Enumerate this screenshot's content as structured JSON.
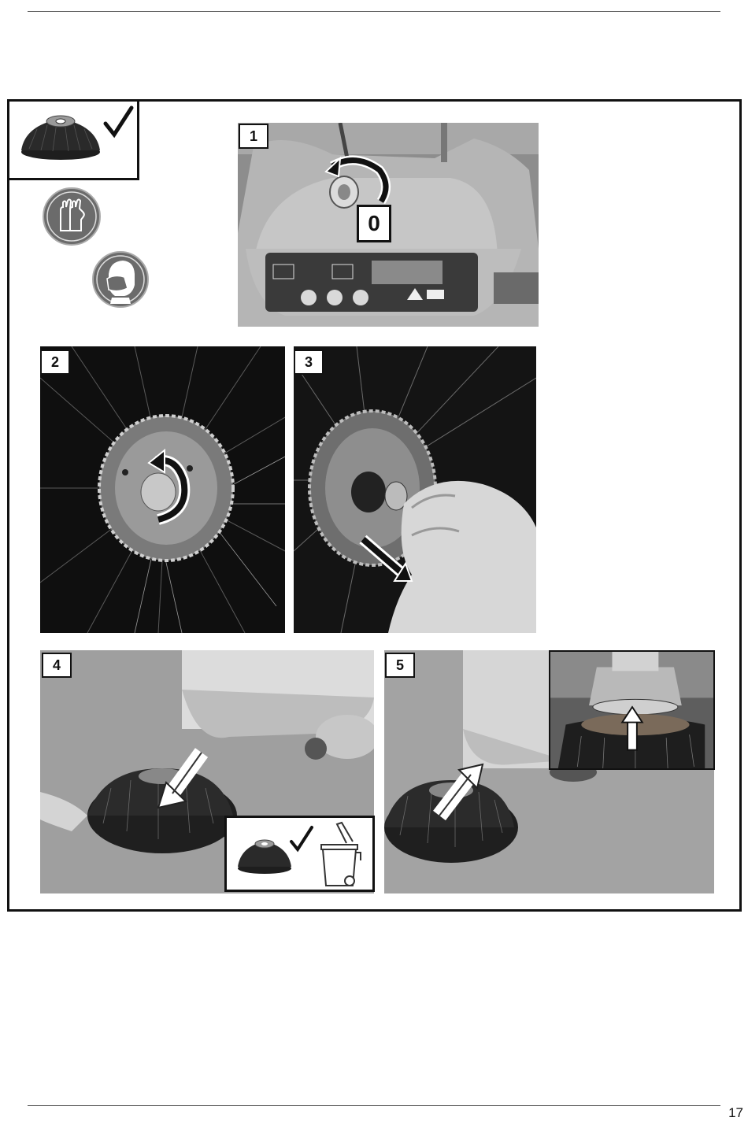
{
  "page": {
    "number": "17"
  },
  "legend": {
    "brush_checked_icon": "brush-with-checkmark-icon",
    "ppe_icons": [
      "protective-gloves-icon",
      "dust-mask-icon"
    ]
  },
  "steps": [
    {
      "number": "1",
      "key_position": "0"
    },
    {
      "number": "2"
    },
    {
      "number": "3"
    },
    {
      "number": "4",
      "inset_icons": [
        "brush-with-checkmark-icon",
        "waste-bin-icon"
      ]
    },
    {
      "number": "5"
    }
  ]
}
